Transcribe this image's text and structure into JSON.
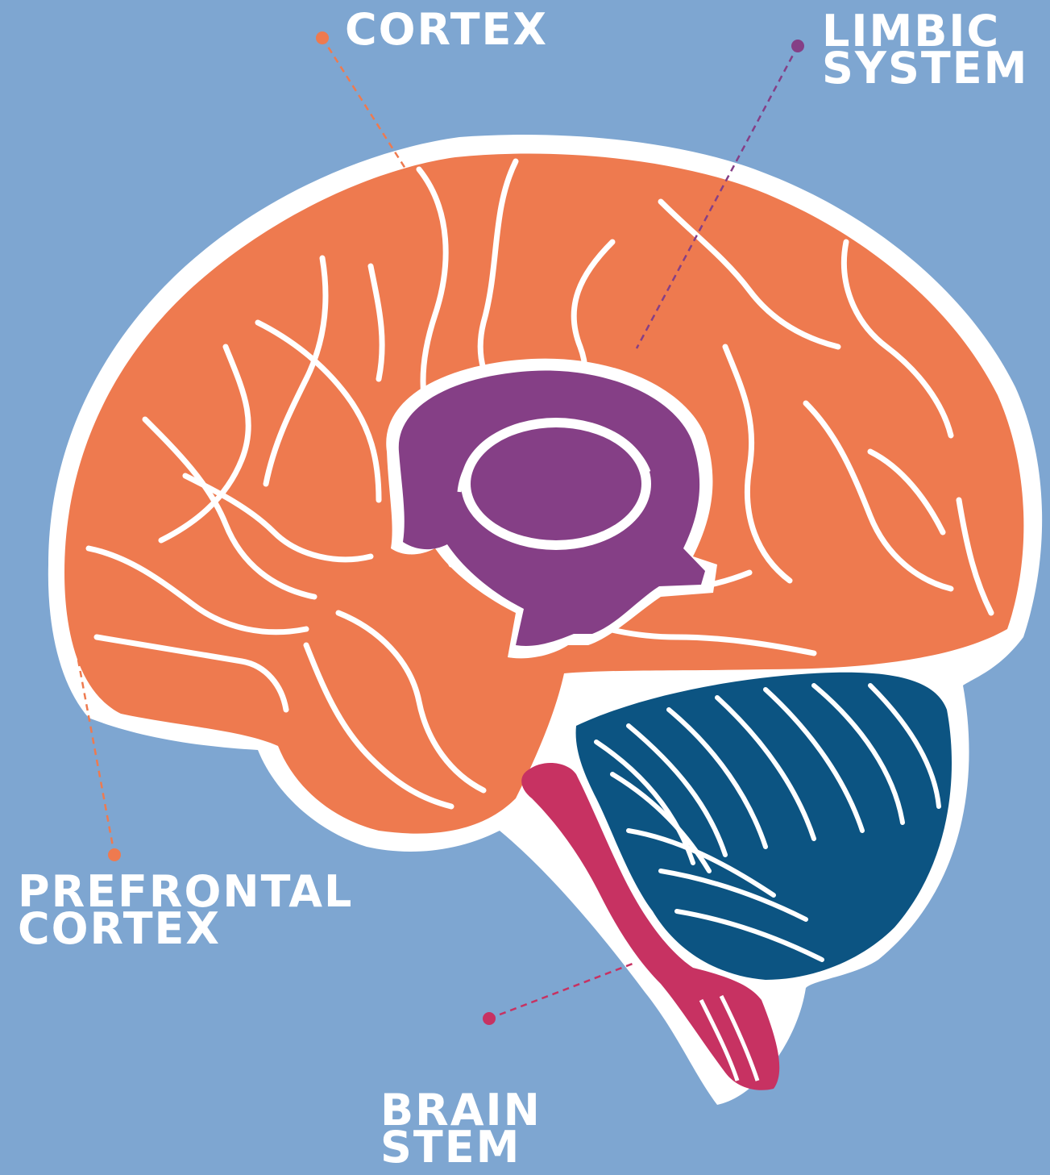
{
  "diagram": {
    "background": "#7ea6d1",
    "regions": [
      {
        "id": "cortex",
        "lines": [
          "CORTEX"
        ],
        "color": "#ee7a4f"
      },
      {
        "id": "limbic-system",
        "lines": [
          "LIMBIC",
          "SYSTEM"
        ],
        "color": "#853f86"
      },
      {
        "id": "prefrontal-cortex",
        "lines": [
          "PREFRONTAL",
          "CORTEX"
        ],
        "color": "#ee7a4f"
      },
      {
        "id": "brain-stem",
        "lines": [
          "BRAIN",
          "STEM"
        ],
        "color": "#c73262"
      }
    ],
    "cerebellum_color": "#0c5482",
    "outline_color": "#ffffff"
  }
}
